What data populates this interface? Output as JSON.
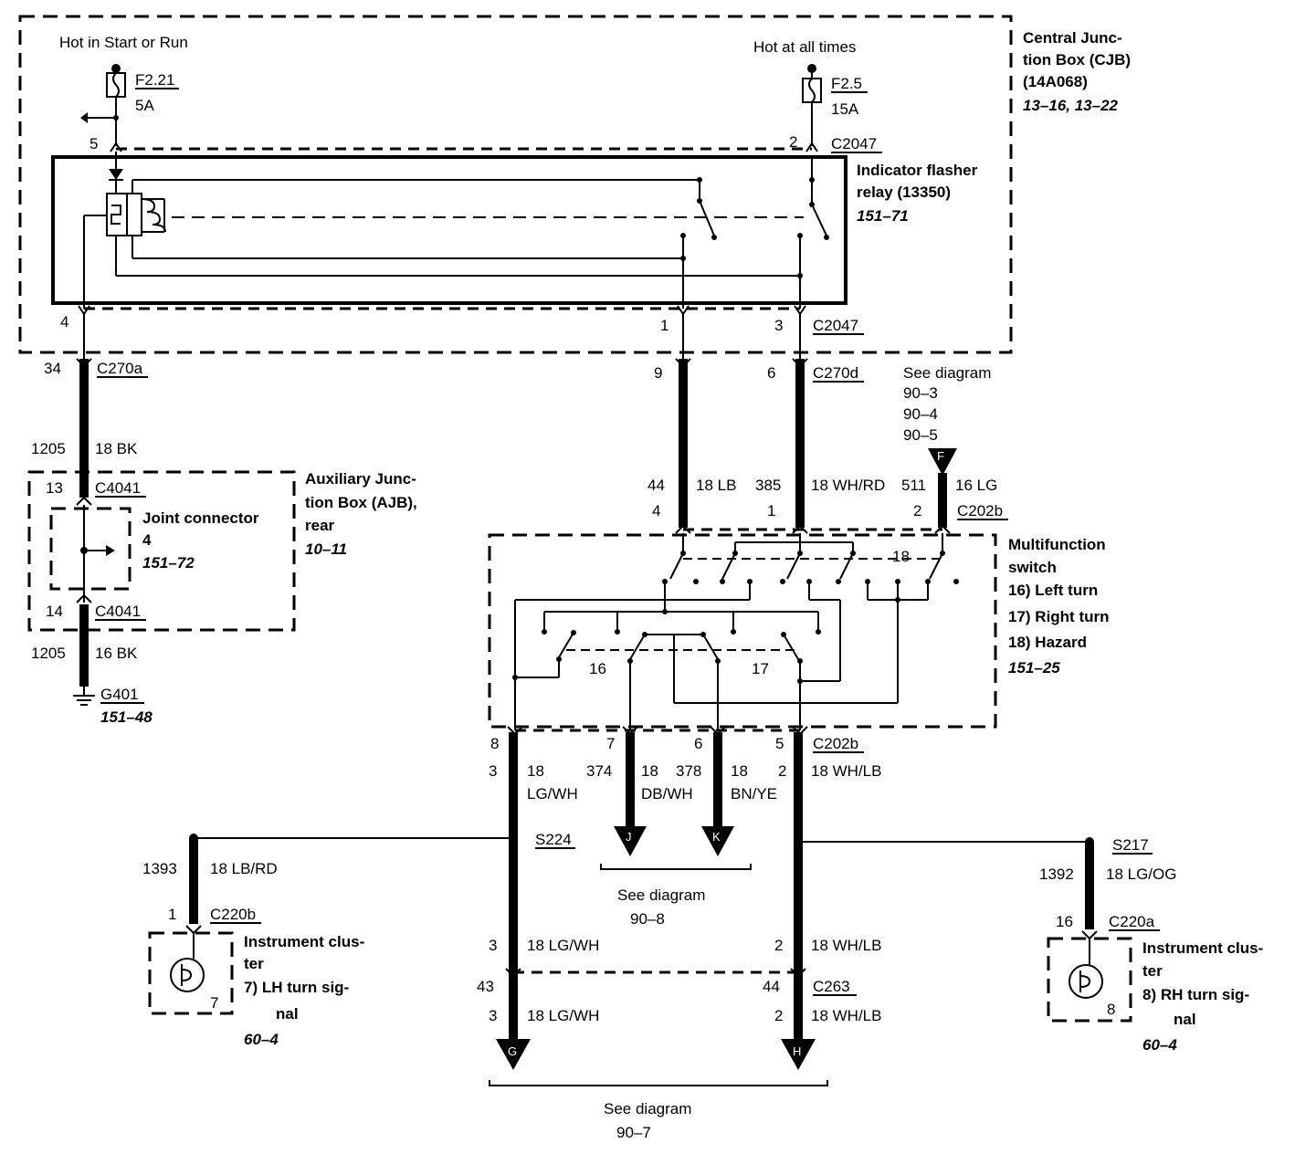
{
  "power": {
    "hot_start_run": "Hot in Start or Run",
    "hot_all_times": "Hot at all times",
    "fuse1_id": "F2.21",
    "fuse1_rating": "5A",
    "fuse2_id": "F2.5",
    "fuse2_rating": "15A"
  },
  "cjb": {
    "title_l1": "Central Junc-",
    "title_l2": "tion Box (CJB)",
    "title_l3": "(14A068)",
    "ref": "13–16, 13–22",
    "pin5": "5",
    "pin2": "2",
    "conn_top": "C2047",
    "pin4": "4",
    "pin1": "1",
    "pin3": "3",
    "conn_bottom": "C2047"
  },
  "relay": {
    "title_l1": "Indicator flasher",
    "title_l2": "relay (13350)",
    "ref": "151–71"
  },
  "left_branch": {
    "pin34": "34",
    "conn_c270a": "C270a",
    "circuit": "1205",
    "wire": "18 BK",
    "ajb_pin13": "13",
    "ajb_conn_top": "C4041",
    "ajb_pin14": "14",
    "ajb_conn_bottom": "C4041",
    "circuit2": "1205",
    "wire2": "16 BK",
    "ground": "G401",
    "ground_ref": "151–48"
  },
  "ajb": {
    "title_l1": "Auxiliary Junc-",
    "title_l2": "tion Box (AJB),",
    "title_l3": "rear",
    "ref": "10–11",
    "joint_l1": "Joint connector",
    "joint_l2": "4",
    "joint_ref": "151–72"
  },
  "mid_wires": {
    "pin9": "9",
    "pin6": "6",
    "conn_c270d": "C270d",
    "circ44": "44",
    "wire44": "18 LB",
    "circ385": "385",
    "wire385": "18 WH/RD",
    "circ511": "511",
    "wire511": "16 LG",
    "pin4": "4",
    "pin1": "1",
    "pin2": "2",
    "conn_c202b": "C202b",
    "see_l1": "See diagram",
    "see_l2": "90–3",
    "see_l3": "90–4",
    "see_l4": "90–5",
    "connector_f": "F"
  },
  "mfs": {
    "title_l1": "Multifunction",
    "title_l2": "switch",
    "item16": "16) Left turn",
    "item17": "17) Right turn",
    "item18": "18) Hazard",
    "ref": "151–25",
    "sw16": "16",
    "sw17": "17",
    "sw18": "18"
  },
  "lower": {
    "pin8": "8",
    "pin7": "7",
    "pin6": "6",
    "pin5": "5",
    "conn_c202b": "C202b",
    "c3": "3",
    "w3a": "18",
    "w3b": "LG/WH",
    "c374": "374",
    "w374a": "18",
    "w374b": "DB/WH",
    "c378": "378",
    "w378a": "18",
    "w378b": "BN/YE",
    "c2": "2",
    "w2": "18 WH/LB",
    "splice_s224": "S224",
    "conn_j": "J",
    "conn_k": "K",
    "see_jk_l1": "See diagram",
    "see_jk_l2": "90–8",
    "c3b": "3",
    "w3c": "18 LG/WH",
    "c2b": "2",
    "w2b": "18 WH/LB",
    "pin43": "43",
    "pin44": "44",
    "conn_c263": "C263",
    "c3c": "3",
    "w3d": "18 LG/WH",
    "c2c": "2",
    "w2c": "18 WH/LB",
    "conn_g": "G",
    "conn_h": "H",
    "see_gh_l1": "See diagram",
    "see_gh_l2": "90–7"
  },
  "lh_cluster": {
    "circuit": "1393",
    "wire": "18 LB/RD",
    "pin": "1",
    "conn": "C220b",
    "title_l1": "Instrument clus-",
    "title_l2": "ter",
    "item_l1": "7)   LH turn sig-",
    "item_l2": "nal",
    "ref": "60–4",
    "lamp_num": "7"
  },
  "rh_cluster": {
    "splice": "S217",
    "circuit": "1392",
    "wire": "18 LG/OG",
    "pin": "16",
    "conn": "C220a",
    "title_l1": "Instrument clus-",
    "title_l2": "ter",
    "item_l1": "8)   RH turn sig-",
    "item_l2": "nal",
    "ref": "60–4",
    "lamp_num": "8"
  }
}
